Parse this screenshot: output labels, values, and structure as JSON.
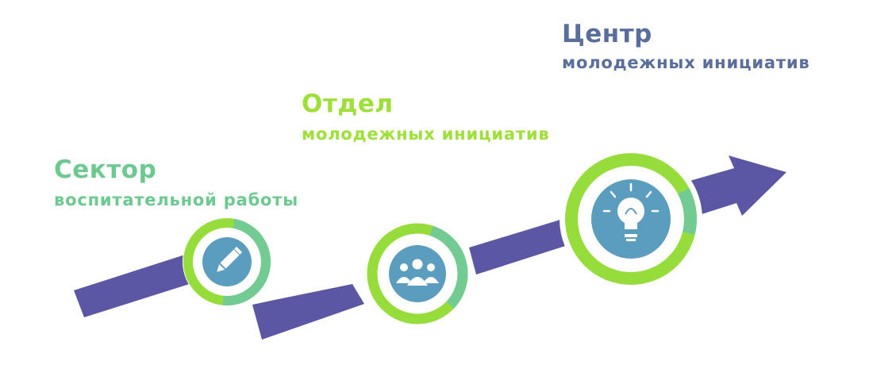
{
  "stages": [
    {
      "title": "Сектор",
      "subtitle": "воспитательной работы",
      "color": "#6cc98f",
      "icon": "pencil-icon"
    },
    {
      "title": "Отдел",
      "subtitle": "молодежных инициатив",
      "color": "#9ee03a",
      "icon": "people-group-icon"
    },
    {
      "title": "Центр",
      "subtitle": "молодежных инициатив",
      "color": "#5a6e9c",
      "icon": "lightbulb-icon"
    }
  ],
  "colors": {
    "arrow": "#5b57a4",
    "ring_green": "#96dd3c",
    "ring_teal": "#73cb94",
    "icon_fill": "#5b9dbf"
  }
}
